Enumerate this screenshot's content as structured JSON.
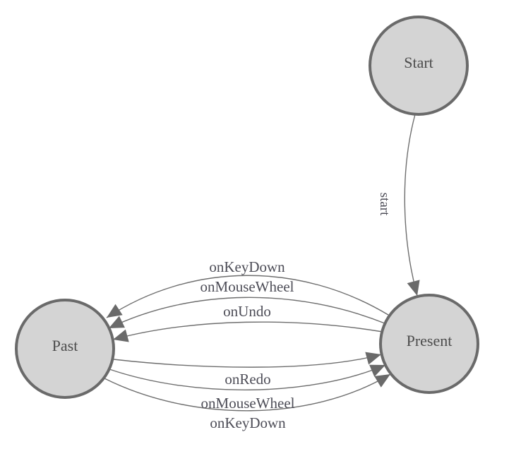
{
  "diagram": {
    "type": "state-machine",
    "background_color": "#ffffff",
    "node_fill_color": "#d4d4d4",
    "node_border_color": "#6a6a6a",
    "edge_color": "#6e6e6e",
    "arrowhead_color": "#6a6a6a",
    "node_label_color": "#4c4c4c",
    "edge_label_color": "#4d4d57",
    "nodes": [
      {
        "id": "start",
        "label": "Start"
      },
      {
        "id": "past",
        "label": "Past"
      },
      {
        "id": "present",
        "label": "Present"
      }
    ],
    "edges": [
      {
        "from": "Start",
        "to": "Present",
        "label": "start"
      },
      {
        "from": "Present",
        "to": "Past",
        "label": "onKeyDown"
      },
      {
        "from": "Present",
        "to": "Past",
        "label": "onMouseWheel"
      },
      {
        "from": "Present",
        "to": "Past",
        "label": "onUndo"
      },
      {
        "from": "Past",
        "to": "Present",
        "label": "onRedo"
      },
      {
        "from": "Past",
        "to": "Present",
        "label": "onMouseWheel"
      },
      {
        "from": "Past",
        "to": "Present",
        "label": "onKeyDown"
      }
    ]
  }
}
